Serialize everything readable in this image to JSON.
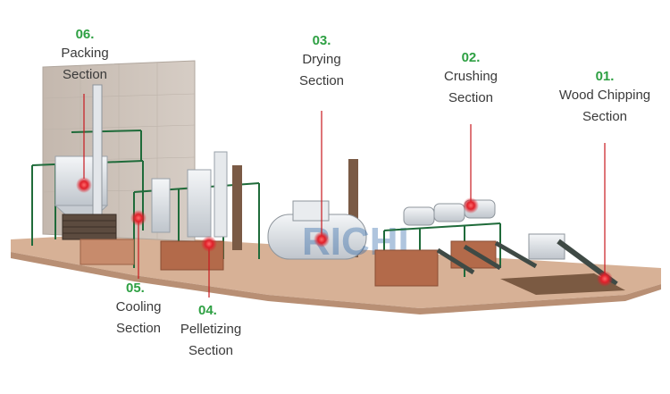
{
  "sections": [
    {
      "id": "01",
      "num": "01.",
      "line1": "Wood Chipping",
      "line2": "Section"
    },
    {
      "id": "02",
      "num": "02.",
      "line1": "Crushing",
      "line2": "Section"
    },
    {
      "id": "03",
      "num": "03.",
      "line1": "Drying",
      "line2": "Section"
    },
    {
      "id": "04",
      "num": "04.",
      "line1": "Pelletizing",
      "line2": "Section"
    },
    {
      "id": "05",
      "num": "05.",
      "line1": "Cooling",
      "line2": "Section"
    },
    {
      "id": "06",
      "num": "06.",
      "line1": "Packing",
      "line2": "Section"
    }
  ],
  "logo": {
    "text": "RICHI"
  },
  "colors": {
    "accent_green": "#2ea043",
    "frame_green": "#1f6b3a",
    "marker_red": "#e0202a",
    "leader_red": "#c8191f",
    "ground": "#d9b59a",
    "wall": "#c9bfb6",
    "brick": "#b36a4a",
    "steel": "#d9dde2",
    "chimney": "#7a5a45"
  }
}
